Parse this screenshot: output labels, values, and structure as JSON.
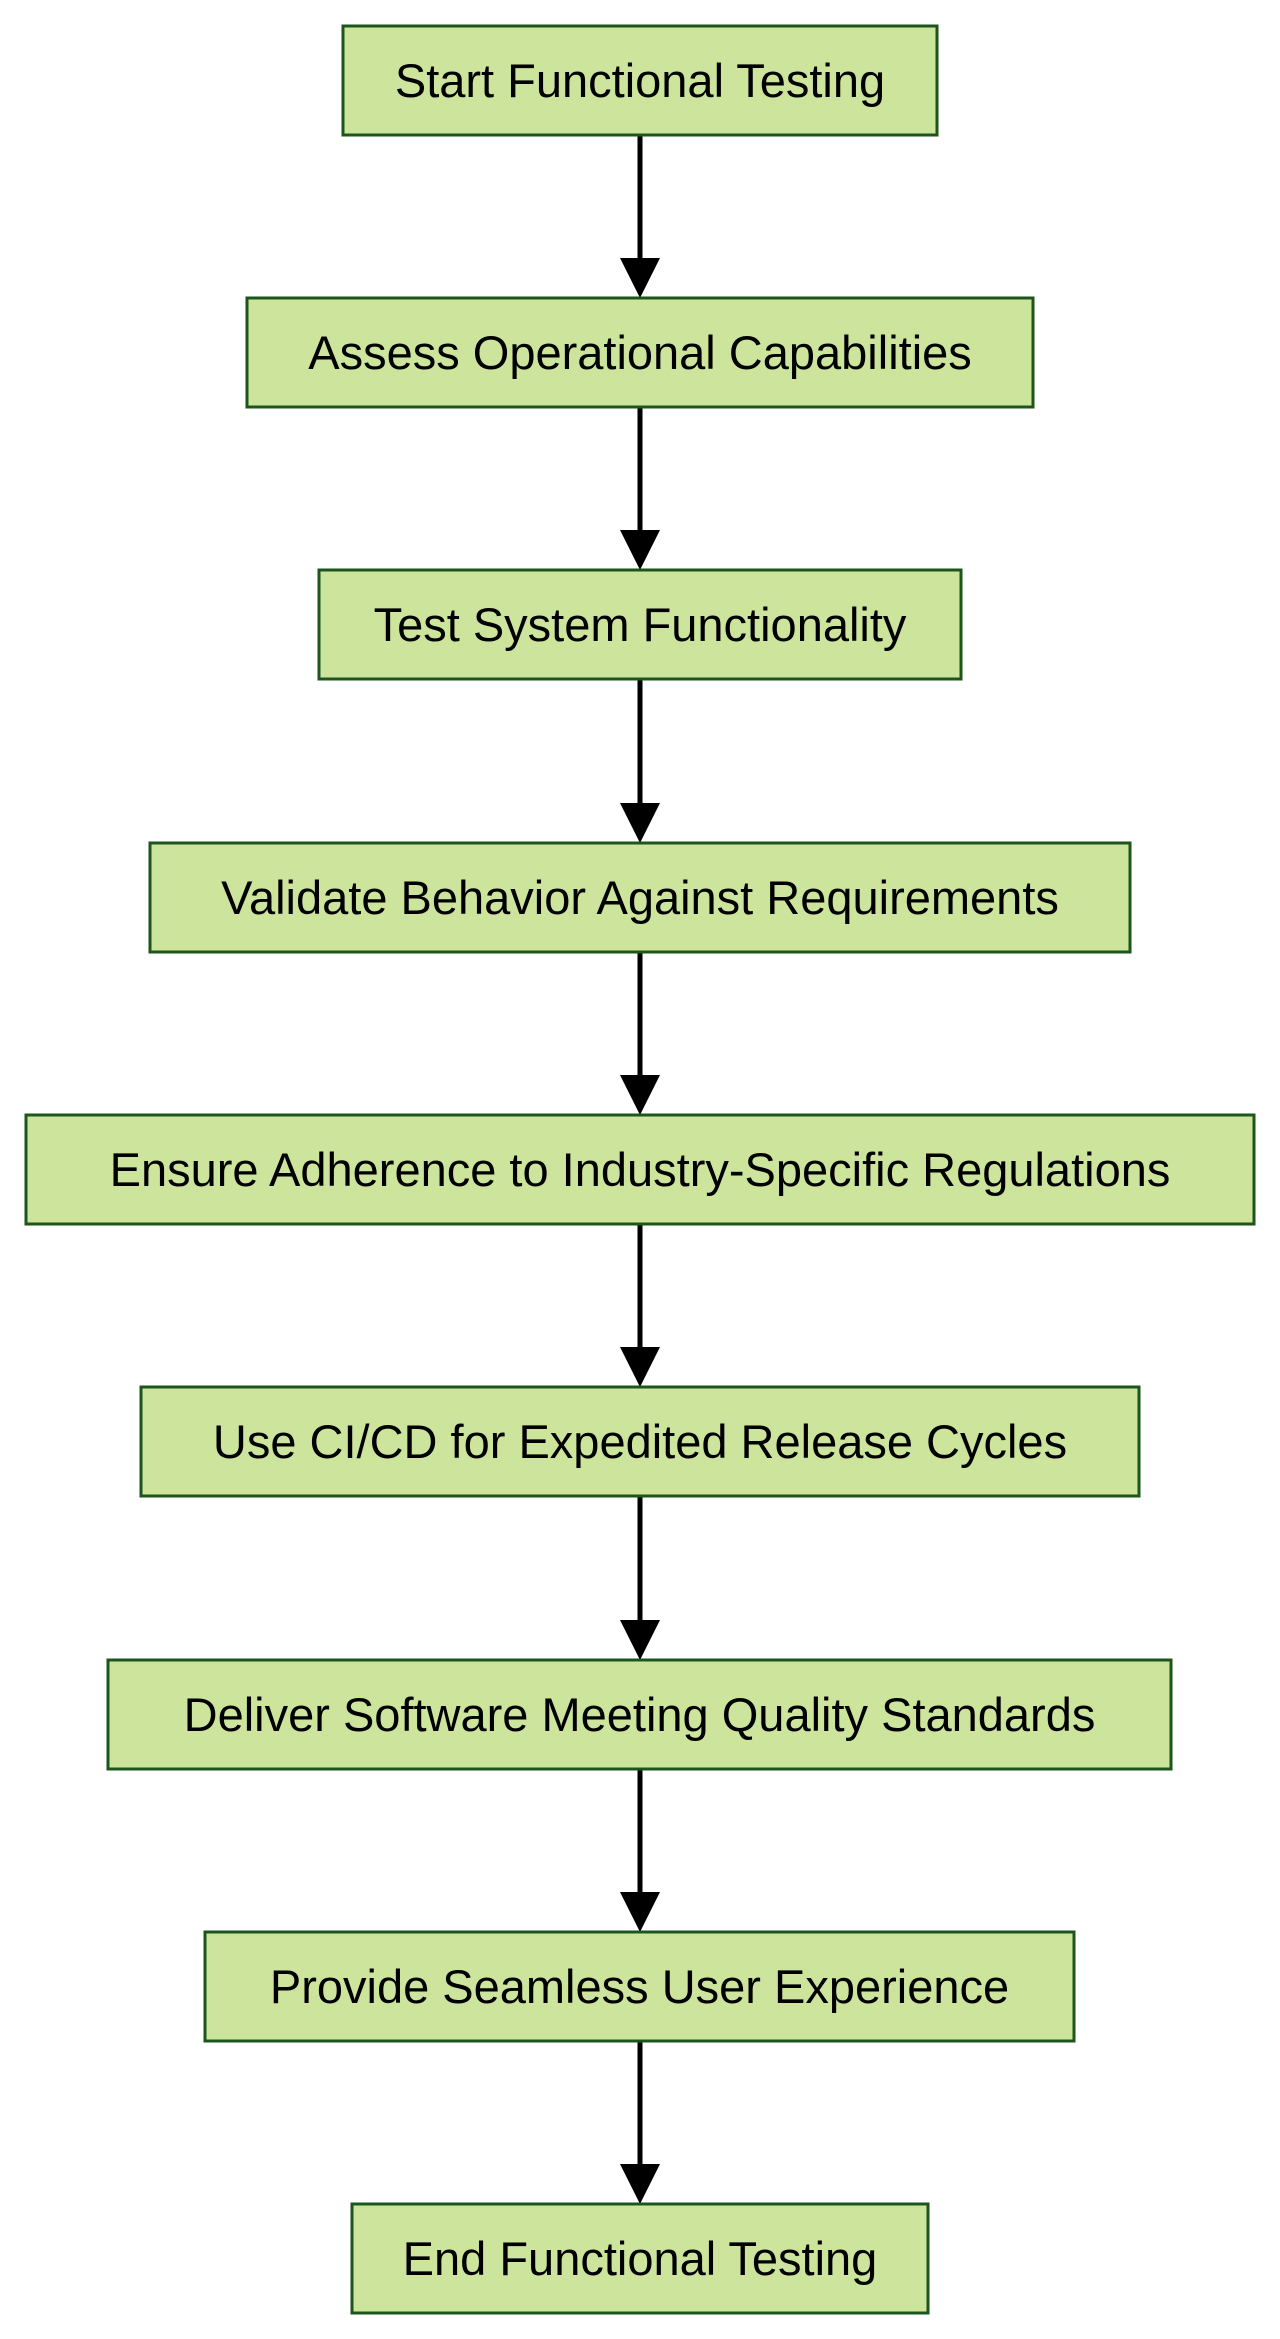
{
  "diagram": {
    "nodes": [
      {
        "id": "start",
        "label": "Start Functional Testing"
      },
      {
        "id": "assess",
        "label": "Assess Operational Capabilities"
      },
      {
        "id": "test",
        "label": "Test System Functionality"
      },
      {
        "id": "validate",
        "label": "Validate Behavior Against Requirements"
      },
      {
        "id": "ensure",
        "label": "Ensure Adherence to Industry-Specific Regulations"
      },
      {
        "id": "cicd",
        "label": "Use CI/CD for Expedited Release Cycles"
      },
      {
        "id": "deliver",
        "label": "Deliver Software Meeting Quality Standards"
      },
      {
        "id": "provide",
        "label": "Provide Seamless User Experience"
      },
      {
        "id": "end",
        "label": "End Functional Testing"
      }
    ],
    "edges": [
      {
        "from": "start",
        "to": "assess"
      },
      {
        "from": "assess",
        "to": "test"
      },
      {
        "from": "test",
        "to": "validate"
      },
      {
        "from": "validate",
        "to": "ensure"
      },
      {
        "from": "ensure",
        "to": "cicd"
      },
      {
        "from": "cicd",
        "to": "deliver"
      },
      {
        "from": "deliver",
        "to": "provide"
      },
      {
        "from": "provide",
        "to": "end"
      }
    ],
    "colors": {
      "node_fill": "#cde49c",
      "node_border": "#1d561d",
      "edge": "#000000",
      "text": "#000000"
    }
  }
}
